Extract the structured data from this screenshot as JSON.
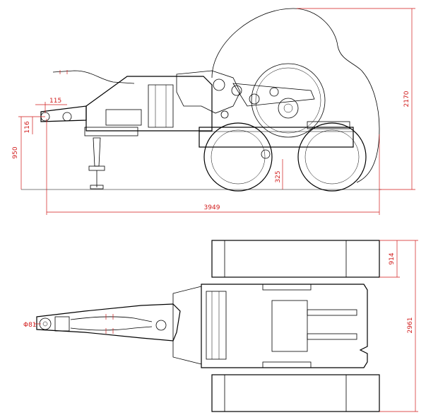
{
  "drawing": {
    "side_view": {
      "dimensions": {
        "total_length": "3949",
        "total_height": "2170",
        "hitch_height": "950",
        "hitch_offset_vertical": "116",
        "hitch_offset_horizontal": "115",
        "ground_clearance": "325"
      }
    },
    "top_view": {
      "dimensions": {
        "hitch_diameter": "Φ81",
        "track_width": "914",
        "overall_width": "2961"
      }
    },
    "colors": {
      "lines": "#000000",
      "dimensions": "#d11a1a",
      "background": "#ffffff"
    }
  }
}
